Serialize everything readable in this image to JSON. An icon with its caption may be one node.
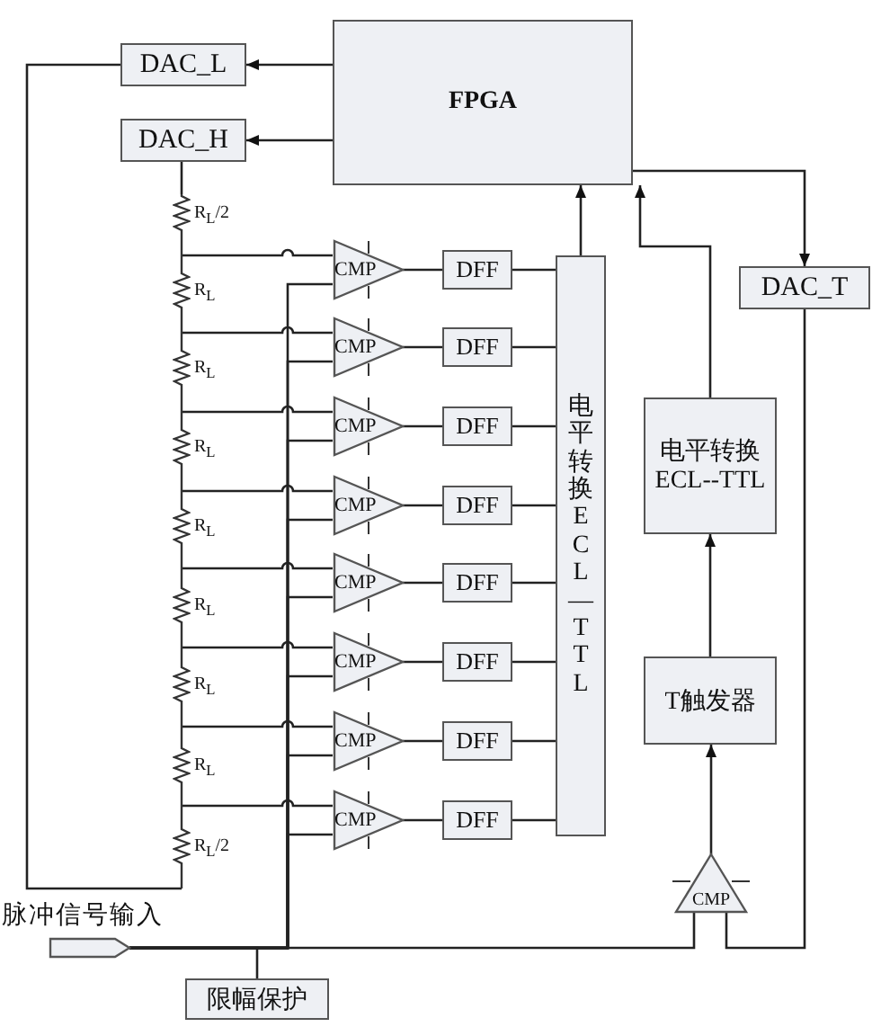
{
  "diagram": {
    "nodes": [
      {
        "text": [
          "FPGA"
        ]
      },
      {
        "text": [
          "DAC_L"
        ]
      },
      {
        "text": [
          "DAC_H"
        ]
      },
      {
        "text": [
          "DAC_T"
        ]
      },
      {
        "text": [
          "CMP"
        ]
      },
      {
        "text": [
          "CMP"
        ]
      },
      {
        "text": [
          "CMP"
        ]
      },
      {
        "text": [
          "CMP"
        ]
      },
      {
        "text": [
          "CMP"
        ]
      },
      {
        "text": [
          "CMP"
        ]
      },
      {
        "text": [
          "CMP"
        ]
      },
      {
        "text": [
          "CMP"
        ]
      },
      {
        "text": [
          "DFF"
        ]
      },
      {
        "text": [
          "DFF"
        ]
      },
      {
        "text": [
          "DFF"
        ]
      },
      {
        "text": [
          "DFF"
        ]
      },
      {
        "text": [
          "DFF"
        ]
      },
      {
        "text": [
          "DFF"
        ]
      },
      {
        "text": [
          "DFF"
        ]
      },
      {
        "text": [
          "DFF"
        ]
      },
      {
        "text": [
          "电平转换ECL—TTL"
        ]
      },
      {
        "text": [
          "电平转换ECL--TTL"
        ]
      },
      {
        "text": [
          "T触发器"
        ]
      },
      {
        "text": [
          "CMP"
        ]
      },
      {
        "text": [
          "脉冲信号输入"
        ]
      },
      {
        "text": [
          "限幅保护"
        ]
      },
      {
        "text": [],
        "shape": "resistor",
        "beside": [
          "R$_{L}$/2",
          "R$_{L}$",
          "R$_{L}$",
          "R$_{L}$",
          "R$_{L}$",
          "R$_{L}$",
          "R$_{L}$",
          "R$_{L}$",
          "R$_{L}$/2"
        ]
      }
    ],
    "edges": [
      {
        "from": 0,
        "to": 1,
        "arrow": "to"
      },
      {
        "from": 0,
        "to": 2,
        "arrow": "to"
      },
      {
        "from": 0,
        "to": 3,
        "arrow": "to"
      },
      {
        "from": 1,
        "to": 26,
        "arrow": "none"
      },
      {
        "from": 2,
        "to": 26,
        "arrow": "none"
      },
      {
        "from": 4,
        "to": 12,
        "arrow": "none"
      },
      {
        "from": 5,
        "to": 13,
        "arrow": "none"
      },
      {
        "from": 6,
        "to": 14,
        "arrow": "none"
      },
      {
        "from": 7,
        "to": 15,
        "arrow": "none"
      },
      {
        "from": 8,
        "to": 16,
        "arrow": "none"
      },
      {
        "from": 9,
        "to": 17,
        "arrow": "none"
      },
      {
        "from": 10,
        "to": 18,
        "arrow": "none"
      },
      {
        "from": 11,
        "to": 19,
        "arrow": "none"
      },
      {
        "from": 12,
        "to": 20,
        "arrow": "none"
      },
      {
        "from": 13,
        "to": 20,
        "arrow": "none"
      },
      {
        "from": 14,
        "to": 20,
        "arrow": "none"
      },
      {
        "from": 15,
        "to": 20,
        "arrow": "none"
      },
      {
        "from": 16,
        "to": 20,
        "arrow": "none"
      },
      {
        "from": 17,
        "to": 20,
        "arrow": "none"
      },
      {
        "from": 18,
        "to": 20,
        "arrow": "none"
      },
      {
        "from": 19,
        "to": 20,
        "arrow": "none"
      },
      {
        "from": 20,
        "to": 0,
        "arrow": "to"
      },
      {
        "from": 21,
        "to": 0,
        "arrow": "to"
      },
      {
        "from": 22,
        "to": 21,
        "arrow": "to"
      },
      {
        "from": 23,
        "to": 22,
        "arrow": "to"
      },
      {
        "from": 3,
        "to": 23,
        "arrow": "none"
      },
      {
        "from": 24,
        "to": 23,
        "arrow": "none"
      },
      {
        "from": 24,
        "to": 4,
        "arrow": "none"
      },
      {
        "from": 24,
        "to": 5,
        "arrow": "none"
      },
      {
        "from": 24,
        "to": 6,
        "arrow": "none"
      },
      {
        "from": 24,
        "to": 7,
        "arrow": "none"
      },
      {
        "from": 24,
        "to": 8,
        "arrow": "none"
      },
      {
        "from": 24,
        "to": 9,
        "arrow": "none"
      },
      {
        "from": 24,
        "to": 10,
        "arrow": "none"
      },
      {
        "from": 24,
        "to": 11,
        "arrow": "none"
      },
      {
        "from": 25,
        "to": 24,
        "arrow": "none"
      },
      {
        "from": 26,
        "to": 4,
        "arrow": "none"
      },
      {
        "from": 26,
        "to": 5,
        "arrow": "none"
      },
      {
        "from": 26,
        "to": 6,
        "arrow": "none"
      },
      {
        "from": 26,
        "to": 7,
        "arrow": "none"
      },
      {
        "from": 26,
        "to": 8,
        "arrow": "none"
      },
      {
        "from": 26,
        "to": 9,
        "arrow": "none"
      },
      {
        "from": 26,
        "to": 10,
        "arrow": "none"
      },
      {
        "from": 26,
        "to": 11,
        "arrow": "none"
      }
    ]
  }
}
